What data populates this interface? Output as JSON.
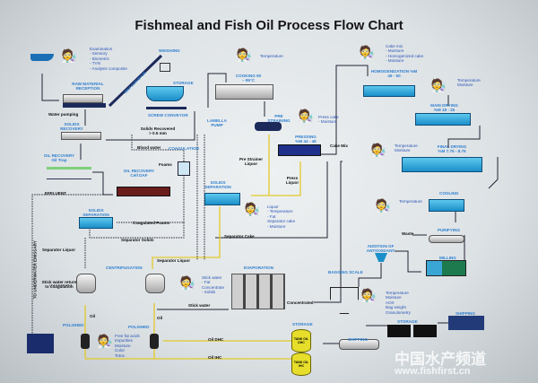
{
  "title": "Fishmeal and Fish Oil Process Flow Chart",
  "labels": {
    "exam": [
      "Examination",
      "- Sensory",
      "- Biometric",
      "- TVN",
      "- Analysis composite"
    ],
    "weighing": "WEIGHING",
    "storage1": "STORAGE",
    "raw": "RAW MATERIAL RECEPTION",
    "conveyor": "BELT CONVEYOR",
    "screw": "SCREW CONVEYOR",
    "water_pumping": "Water pumping",
    "solids_recovery": "SOLIDS RECOVERY",
    "solids_recovered": "Solids Recovered > 0.5 mm",
    "blood_water": "Blood water",
    "coagulation": "COAGULATION",
    "foams": "Foams",
    "oil_trap": "OIL RECOVERY Oil Trap",
    "daf": "OIL RECOVERY Cell DAF",
    "effluent": "EFFLUENT",
    "lamella": "LAMELLA PUMP",
    "cooking": "COOKING 90 – 95°C",
    "temperature": "Temperature",
    "pre_straining": "PRE STRAINING",
    "pressing": "PRESSING %M 44 - 46",
    "press_cake": [
      "Press cake",
      "- Moisture"
    ],
    "pre_strainer_liquor": "Pre Strainer Liquor",
    "press_liquor": "Press Liquor",
    "cake_mix": "Cake Mix",
    "solids_sep1": "SOLIDS SEPARATION",
    "liquor_list": [
      "Liquor",
      "- Temperature",
      "- Fat",
      "Separator cake",
      "- Moisture"
    ],
    "separator_cake": "Separator Cake",
    "homog_list": [
      "Cake mix",
      "- Moisture",
      "- Homogenized cake",
      "- Moisture"
    ],
    "homogenization": "HOMOGENIZATION %M 45 - 50",
    "main_drying": "MAIN DRYING %M 18 - 25",
    "temp_moist": [
      "Temperature",
      "Moisture"
    ],
    "final_drying": "FINAL DRYING %M 7.75 - 8.75",
    "cooling": "COOLING",
    "purifying": "PURIFYING",
    "waste": "Waste",
    "milling": "MILLING",
    "antioxidant": "ADDITION OF ANTIOXIDANT",
    "bagging": "BAGGING SCALE",
    "bag_list": [
      "Temperature",
      "Moisture",
      "AOX",
      "Bag weight",
      "Granulometry"
    ],
    "storage2": "STORAGE",
    "shipping1": "SHIPPING",
    "shipping2": "SHIPPING",
    "storage3": "STORAGE",
    "tank1": "TANK OIL DHC",
    "tank2": "TANK OIL IHC",
    "oil_dhc": "Oil DHC",
    "oil_ihc": "Oil IHC",
    "polished": "POLISHED",
    "oil": "Oil",
    "centrifugation": "CENTRIFUGATION",
    "separator_liquor": "Separator Liquor",
    "stick_return": "Stick water return to coagulation",
    "stick_list": [
      "Stick water",
      "- Fat",
      "Concentrate",
      "- Solids"
    ],
    "stick_water": "Stick water",
    "evaporation": "EVAPORATION",
    "concentrated": "Concentrated",
    "coag_foams": "Coagulated Foams",
    "separator_solids": "Separator Solids",
    "solids_sep2": "SOLIDS SEPARATION",
    "emissary": "TO UNDERWATER EMISSARY",
    "ffa_list": [
      "Free fat acids",
      "Impurities",
      "Moisture",
      "Color",
      "Totox"
    ]
  },
  "watermark": {
    "cn": "中国水产频道",
    "url": "www.fishfirst.cn"
  }
}
